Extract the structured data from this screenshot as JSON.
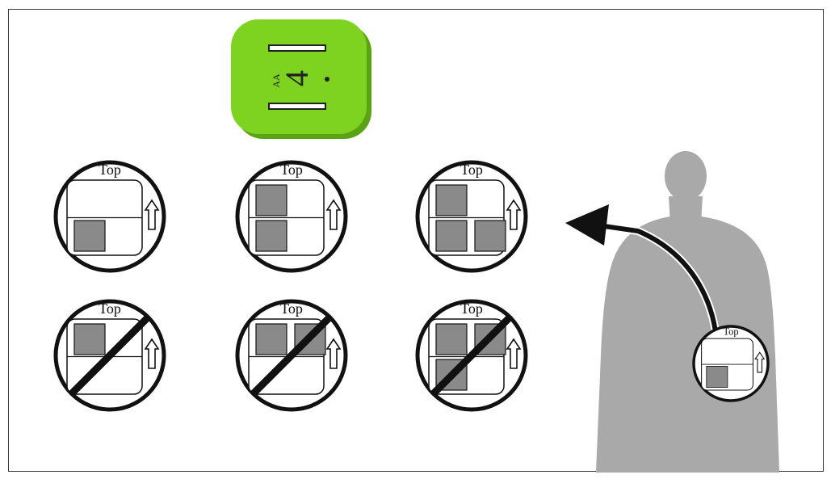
{
  "colors": {
    "device_body": "#7ed321",
    "device_shadow": "#5aa312",
    "person": "#a9a9a9",
    "sensor_square": "#8a8a8a",
    "stroke": "#111111"
  },
  "device": {
    "marking": "4",
    "small_marking": "AA"
  },
  "diagrams": [
    {
      "label": "Top",
      "valid": true,
      "positions": [
        "bottom-left"
      ]
    },
    {
      "label": "Top",
      "valid": true,
      "positions": [
        "top-left",
        "bottom-left"
      ]
    },
    {
      "label": "Top",
      "valid": true,
      "positions": [
        "top-left",
        "bottom-left",
        "bottom-right"
      ]
    },
    {
      "label": "Top",
      "valid": false,
      "positions": [
        "top-left"
      ]
    },
    {
      "label": "Top",
      "valid": false,
      "positions": [
        "top-left",
        "top-right"
      ]
    },
    {
      "label": "Top",
      "valid": false,
      "positions": [
        "top-left",
        "top-right",
        "bottom-left"
      ]
    }
  ],
  "worn_diagram": {
    "label": "Top",
    "positions": [
      "bottom-left"
    ]
  },
  "icons": [
    "up-arrow-icon",
    "prohibited-slash-icon",
    "curved-arrow-icon",
    "person-silhouette-icon"
  ]
}
